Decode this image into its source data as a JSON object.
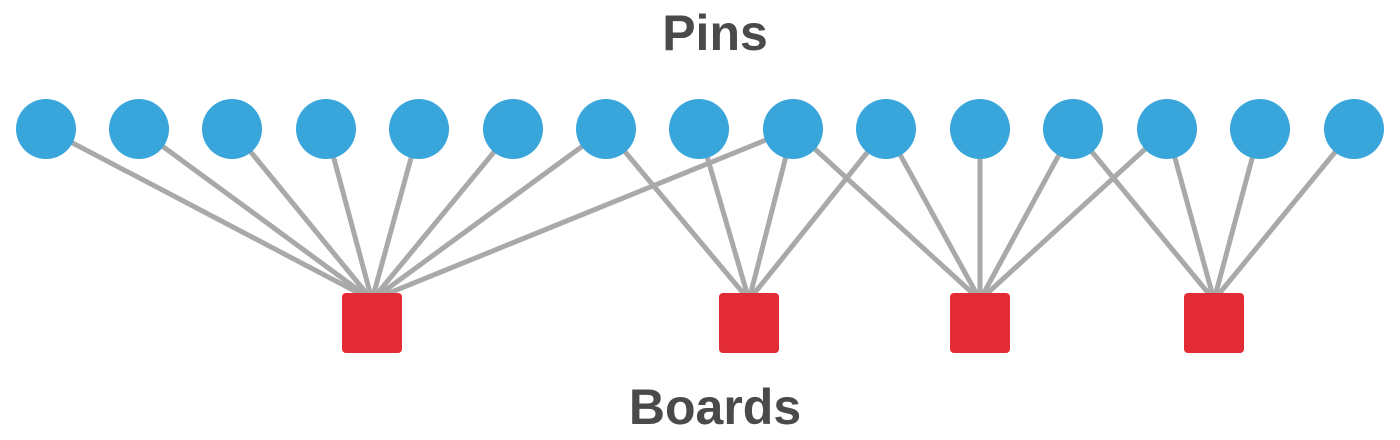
{
  "diagram": {
    "top_label": "Pins",
    "bottom_label": "Boards",
    "colors": {
      "pin": "#38a6da",
      "board": "#e32b36",
      "edge": "#a9a9a9",
      "label": "#4a4a4a"
    },
    "pins": [
      {
        "id": "pin-1"
      },
      {
        "id": "pin-2"
      },
      {
        "id": "pin-3"
      },
      {
        "id": "pin-4"
      },
      {
        "id": "pin-5"
      },
      {
        "id": "pin-6"
      },
      {
        "id": "pin-7"
      },
      {
        "id": "pin-8"
      },
      {
        "id": "pin-9"
      },
      {
        "id": "pin-10"
      },
      {
        "id": "pin-11"
      },
      {
        "id": "pin-12"
      },
      {
        "id": "pin-13"
      },
      {
        "id": "pin-14"
      },
      {
        "id": "pin-15"
      }
    ],
    "boards": [
      {
        "id": "board-1"
      },
      {
        "id": "board-2"
      },
      {
        "id": "board-3"
      },
      {
        "id": "board-4"
      }
    ],
    "edges": [
      {
        "pin": 1,
        "board": 1
      },
      {
        "pin": 2,
        "board": 1
      },
      {
        "pin": 3,
        "board": 1
      },
      {
        "pin": 4,
        "board": 1
      },
      {
        "pin": 5,
        "board": 1
      },
      {
        "pin": 6,
        "board": 1
      },
      {
        "pin": 7,
        "board": 1
      },
      {
        "pin": 9,
        "board": 1
      },
      {
        "pin": 7,
        "board": 2
      },
      {
        "pin": 8,
        "board": 2
      },
      {
        "pin": 9,
        "board": 2
      },
      {
        "pin": 10,
        "board": 2
      },
      {
        "pin": 9,
        "board": 3
      },
      {
        "pin": 10,
        "board": 3
      },
      {
        "pin": 11,
        "board": 3
      },
      {
        "pin": 12,
        "board": 3
      },
      {
        "pin": 13,
        "board": 3
      },
      {
        "pin": 12,
        "board": 4
      },
      {
        "pin": 13,
        "board": 4
      },
      {
        "pin": 14,
        "board": 4
      },
      {
        "pin": 15,
        "board": 4
      }
    ]
  }
}
